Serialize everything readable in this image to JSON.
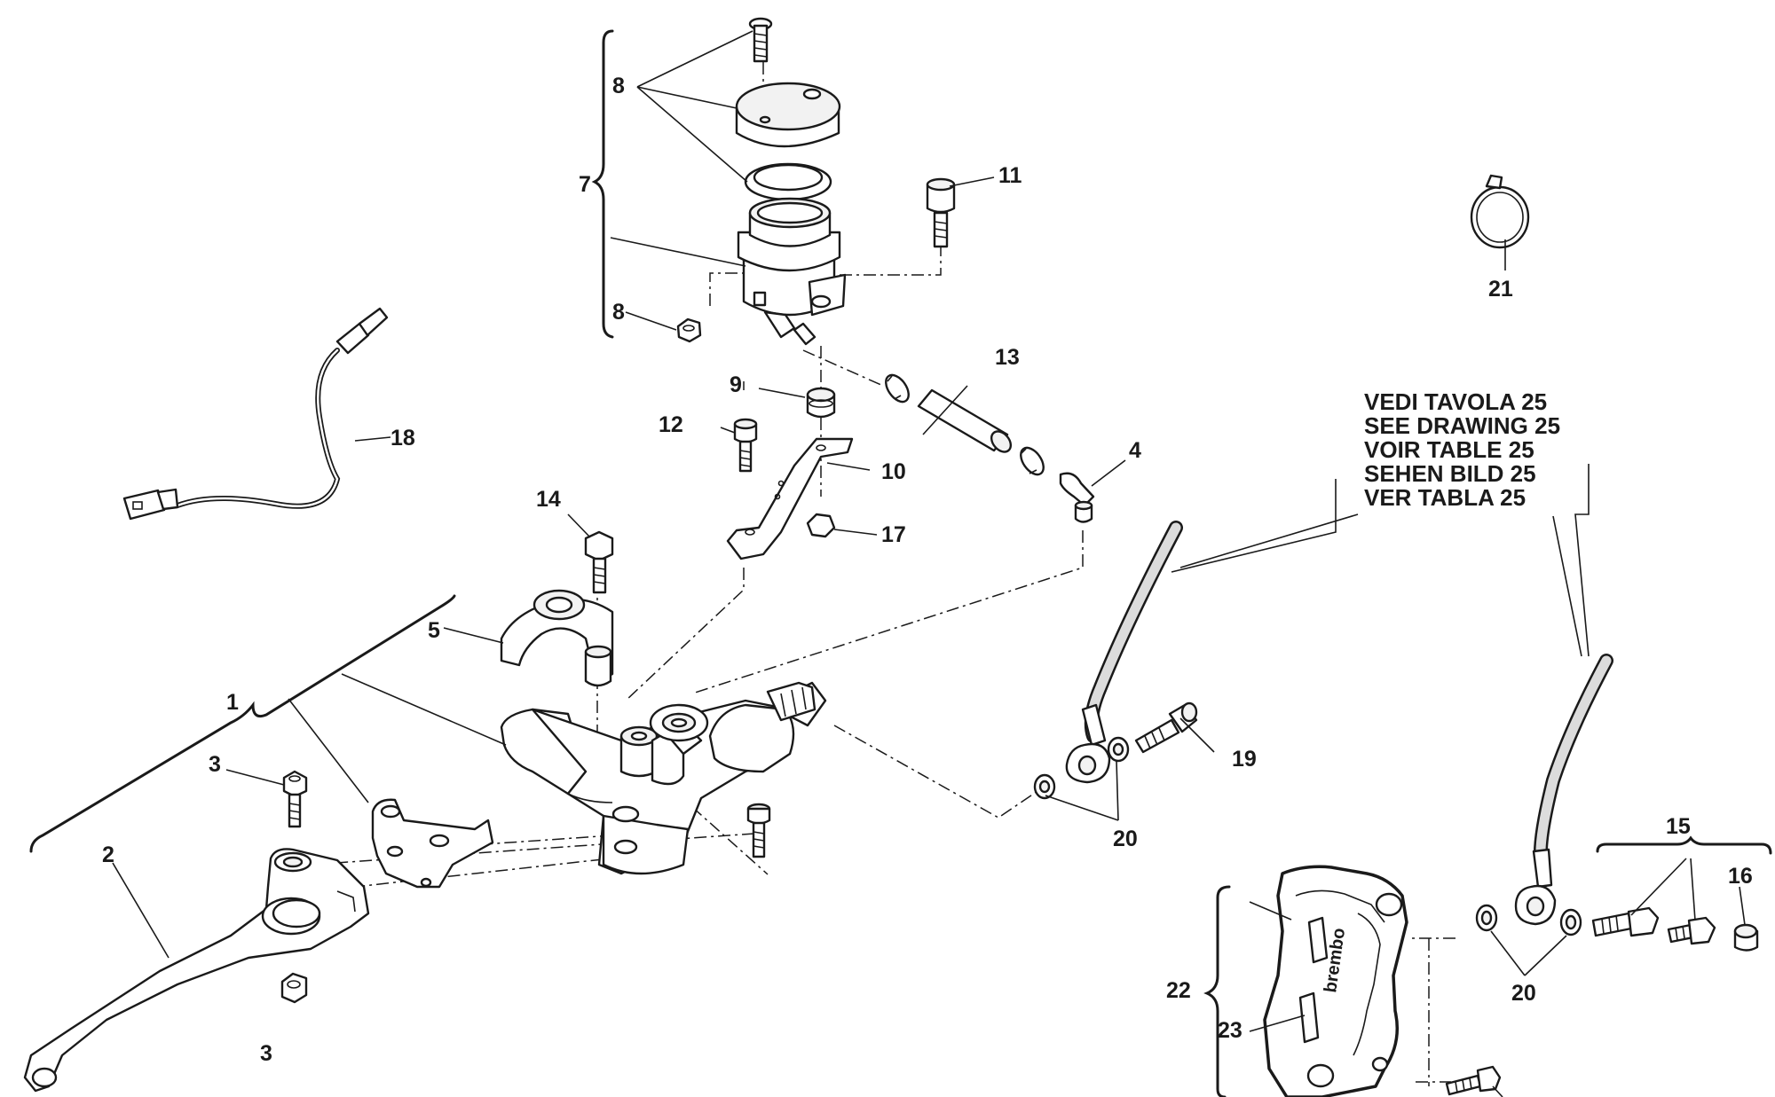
{
  "diagram": {
    "callouts": {
      "c1": "1",
      "c2": "2",
      "c3a": "3",
      "c3b": "3",
      "c4": "4",
      "c5": "5",
      "c7": "7",
      "c8a": "8",
      "c8b": "8",
      "c9": "9",
      "c10": "10",
      "c11": "11",
      "c12": "12",
      "c13": "13",
      "c14": "14",
      "c15": "15",
      "c16": "16",
      "c17": "17",
      "c18": "18",
      "c19": "19",
      "c20a": "20",
      "c20b": "20",
      "c21": "21",
      "c22": "22",
      "c23": "23"
    },
    "reference_note": [
      "VEDI TAVOLA 25",
      "SEE DRAWING 25",
      "VOIR TABLE 25",
      "SEHEN BILD 25",
      "VER TABLA 25"
    ],
    "caliper_marking": "brembo"
  }
}
